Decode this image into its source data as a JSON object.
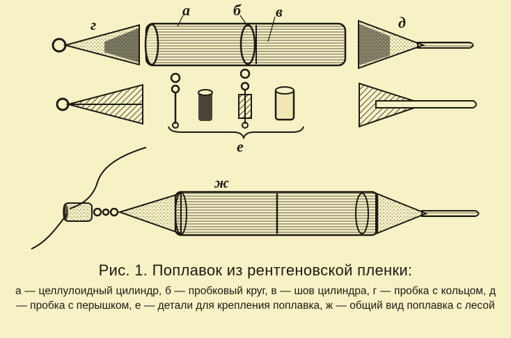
{
  "labels": {
    "a": "а",
    "b": "б",
    "v": "в",
    "g": "г",
    "d": "д",
    "e": "е",
    "zh": "ж"
  },
  "caption": {
    "title": "Рис. 1. Поплавок из рентгеновской пленки:",
    "text": "а — целлулоидный цилиндр, б — пробковый круг, в — шов цилиндра, г — пробка с кольцом, д — пробка с перышком, е — детали для крепления поплавка, ж — общий вид поплавка с лесой"
  },
  "colors": {
    "paper": "#f7f1c6",
    "ink": "#1c1a12"
  }
}
